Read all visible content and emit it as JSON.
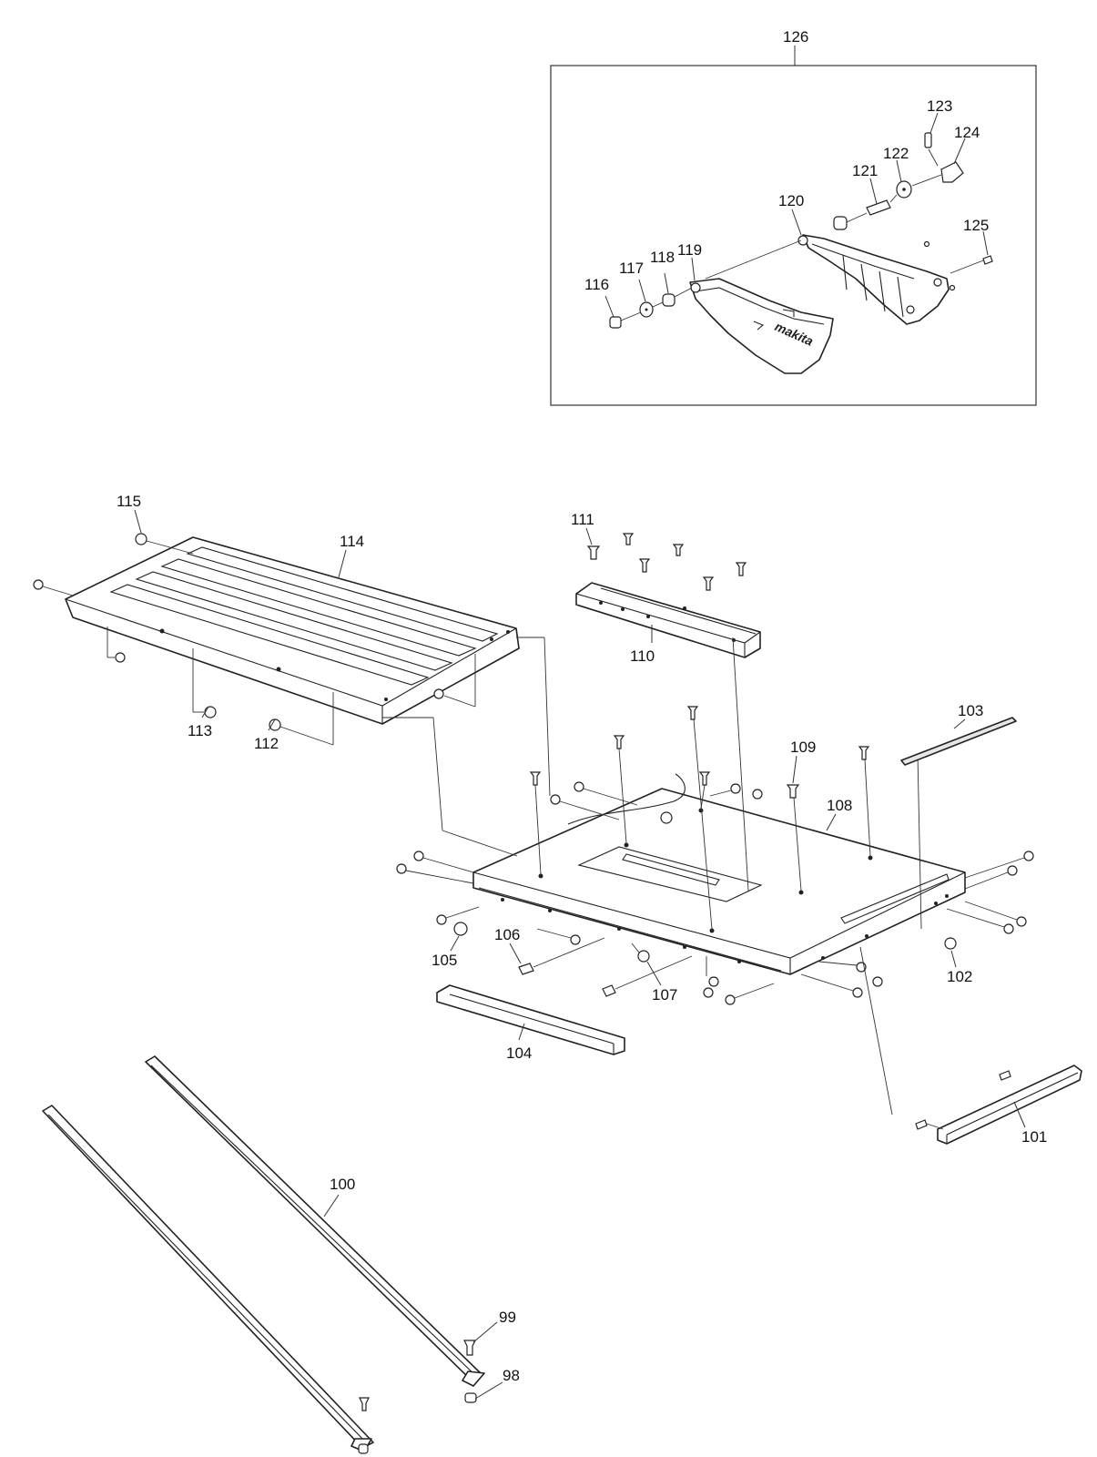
{
  "callouts": {
    "p98": "98",
    "p99": "99",
    "p100": "100",
    "p101": "101",
    "p102": "102",
    "p103": "103",
    "p104": "104",
    "p105": "105",
    "p106": "106",
    "p107": "107",
    "p108": "108",
    "p109": "109",
    "p110": "110",
    "p111": "111",
    "p112": "112",
    "p113": "113",
    "p114": "114",
    "p115": "115",
    "p116": "116",
    "p117": "117",
    "p118": "118",
    "p119": "119",
    "p120": "120",
    "p121": "121",
    "p122": "122",
    "p123": "123",
    "p124": "124",
    "p125": "125",
    "p126": "126"
  },
  "guard_logo": "makita",
  "colors": {
    "line": "#222222",
    "background": "#ffffff"
  }
}
